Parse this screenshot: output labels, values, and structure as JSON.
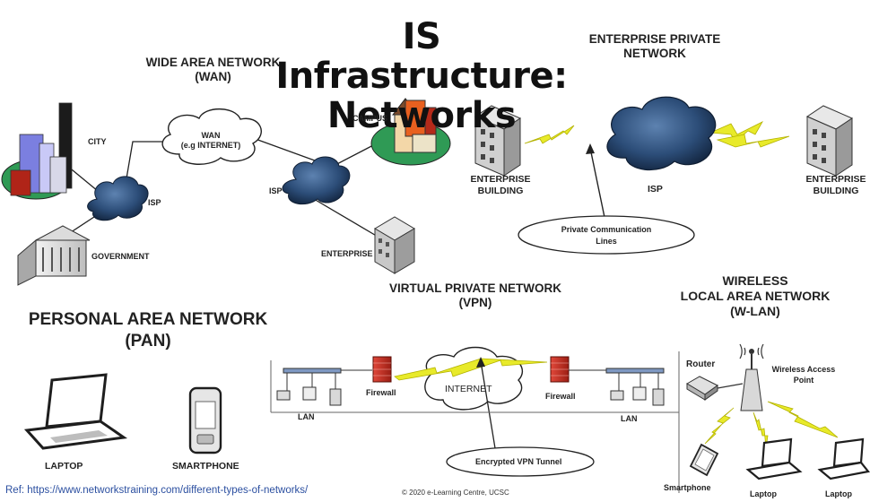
{
  "title_line1": "IS Infrastructure:",
  "title_line2": "Networks",
  "wan": {
    "heading_line1": "WIDE AREA NETWORK",
    "heading_line2": "(WAN)",
    "cloud_label_line1": "WAN",
    "cloud_label_line2": "(e.g INTERNET)",
    "city": "CITY",
    "isp_left": "ISP",
    "isp_right": "ISP",
    "government": "GOVERNMENT",
    "campus": "CAMPUS",
    "enterprise": "ENTERPRISE"
  },
  "epn": {
    "heading_line1": "ENTERPRISE PRIVATE",
    "heading_line2": "NETWORK",
    "building_left_line1": "ENTERPRISE",
    "building_left_line2": "BUILDING",
    "building_right_line1": "ENTERPRISE",
    "building_right_line2": "BUILDING",
    "isp": "ISP",
    "callout_line1": "Private Communication",
    "callout_line2": "Lines"
  },
  "vpn": {
    "heading_line1": "VIRTUAL PRIVATE NETWORK",
    "heading_line2": "(VPN)",
    "internet": "INTERNET",
    "firewall_left": "Firewall",
    "firewall_right": "Firewall",
    "lan_left": "LAN",
    "lan_right": "LAN",
    "tunnel": "Encrypted VPN Tunnel"
  },
  "pan": {
    "heading_line1": "PERSONAL AREA NETWORK",
    "heading_line2": "(PAN)",
    "laptop": "LAPTOP",
    "smartphone": "SMARTPHONE"
  },
  "wlan": {
    "heading_line1": "WIRELESS",
    "heading_line2": "LOCAL AREA NETWORK",
    "heading_line3": "(W-LAN)",
    "router": "Router",
    "access_point_line1": "Wireless Access",
    "access_point_line2": "Point",
    "smartphone": "Smartphone",
    "laptop1": "Laptop",
    "laptop2": "Laptop"
  },
  "footer": {
    "reference": "Ref: https://www.networkstraining.com/different-types-of-networks/",
    "copyright": "© 2020 e-Learning Centre, UCSC"
  }
}
